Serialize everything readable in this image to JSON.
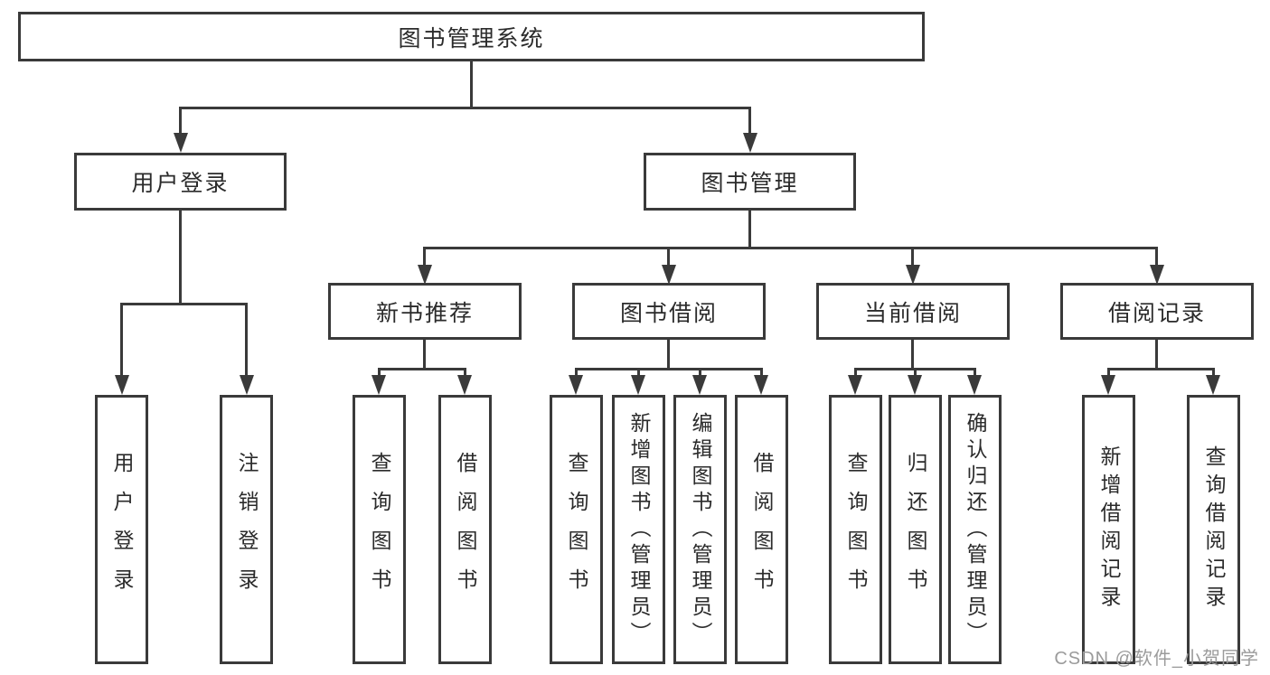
{
  "diagram": {
    "title": "图书管理系统",
    "level2": [
      {
        "label": "用户登录",
        "children": [
          {
            "label": "用户登录"
          },
          {
            "label": "注销登录"
          }
        ]
      },
      {
        "label": "图书管理",
        "children": [
          {
            "label": "新书推荐",
            "children": [
              {
                "label": "查询图书"
              },
              {
                "label": "借阅图书"
              }
            ]
          },
          {
            "label": "图书借阅",
            "children": [
              {
                "label": "查询图书"
              },
              {
                "label": "新增图书（管理员）"
              },
              {
                "label": "编辑图书（管理员）"
              },
              {
                "label": "借阅图书"
              }
            ]
          },
          {
            "label": "当前借阅",
            "children": [
              {
                "label": "查询图书"
              },
              {
                "label": "归还图书"
              },
              {
                "label": "确认归还（管理员）"
              }
            ]
          },
          {
            "label": "借阅记录",
            "children": [
              {
                "label": "新增借阅记录"
              },
              {
                "label": "查询借阅记录"
              }
            ]
          }
        ]
      }
    ]
  },
  "watermark": {
    "text": "CSDN @软件_小贺同学"
  },
  "colors": {
    "line": "#3a3a3a",
    "text": "#2b2b2b",
    "watermark": "#9b9b9b",
    "background": "#ffffff"
  }
}
